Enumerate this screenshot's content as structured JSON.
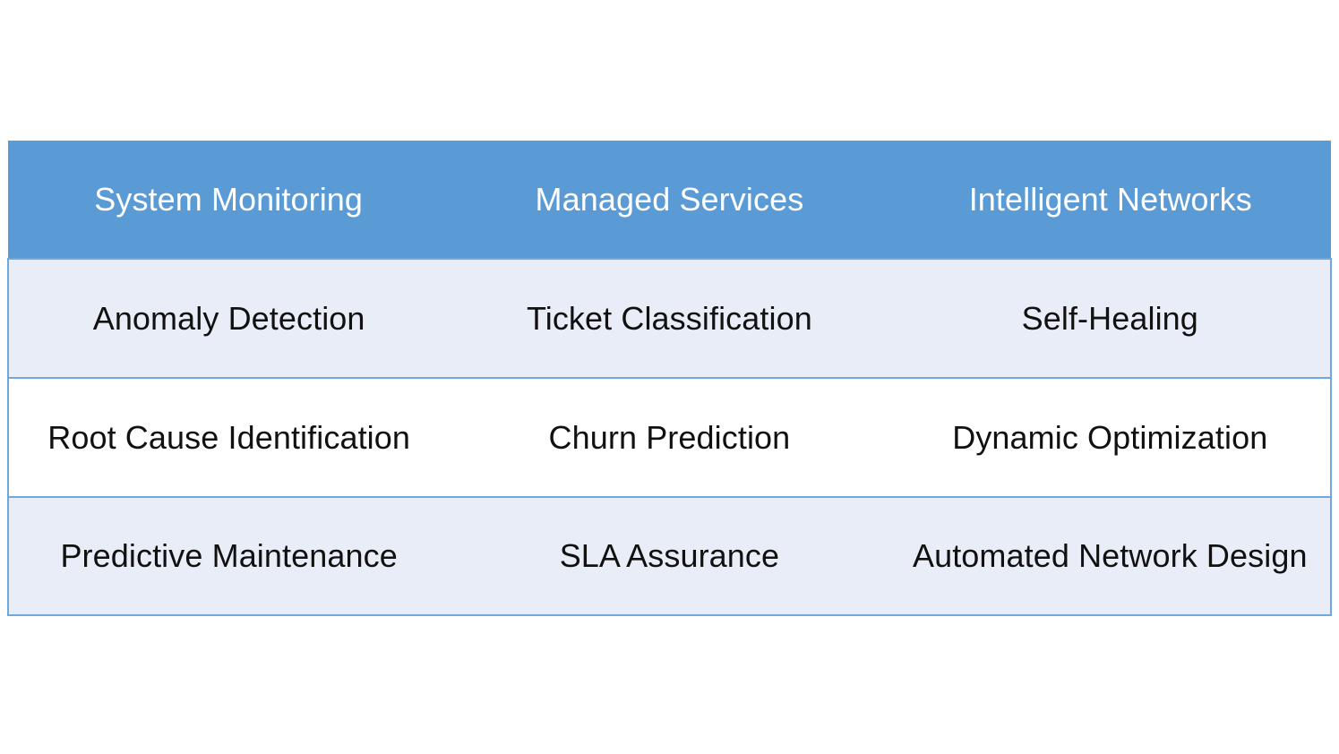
{
  "slide": {
    "background_color": "#FFFFFF"
  },
  "table": {
    "header_background": "#5B9BD5",
    "header_text_color": "#FFFFFF",
    "shaded_row_background": "#E8EDF7",
    "plain_row_background": "#FFFFFF",
    "border_color": "#6FA8DC",
    "columns": [
      "System Monitoring",
      "Managed Services",
      "Intelligent Networks"
    ],
    "rows": [
      [
        "Anomaly Detection",
        "Ticket Classification",
        "Self-Healing"
      ],
      [
        "Root Cause Identification",
        "Churn Prediction",
        "Dynamic Optimization"
      ],
      [
        "Predictive Maintenance",
        "SLA Assurance",
        "Automated Network Design"
      ]
    ]
  }
}
